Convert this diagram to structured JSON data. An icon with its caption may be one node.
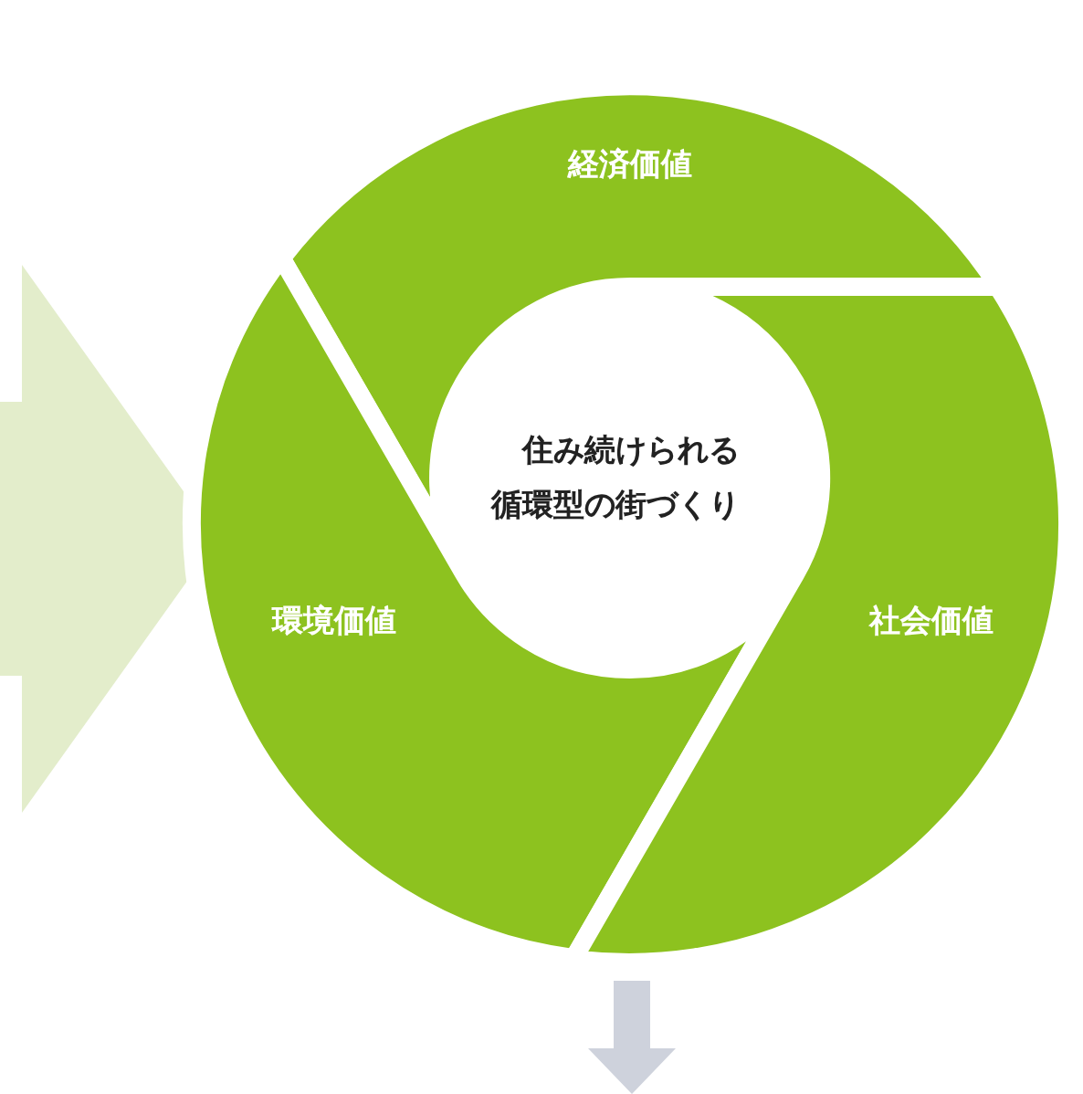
{
  "diagram": {
    "nodes": [
      {
        "text": [
          "経済価値"
        ]
      },
      {
        "text": [
          "住み続けられる循環型の街づくり"
        ]
      },
      {
        "text": [
          "環境価値"
        ]
      },
      {
        "text": [
          "社会価値"
        ]
      }
    ],
    "edges": [
      {
        "from": null,
        "to": 2,
        "arrow": "to"
      },
      {
        "from": 3,
        "to": null,
        "arrow": "to"
      }
    ]
  }
}
